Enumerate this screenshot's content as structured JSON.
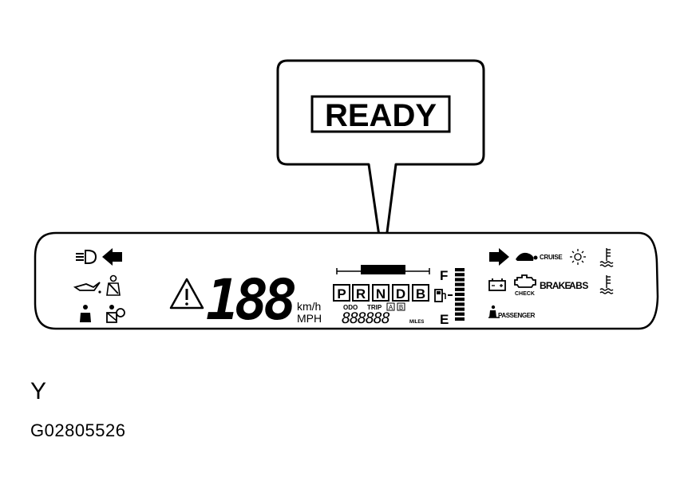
{
  "callout": {
    "label": "READY"
  },
  "cluster": {
    "speed_digits": "188",
    "speed_unit_top": "km/h",
    "speed_unit_bottom": "MPH",
    "gears": [
      "P",
      "R",
      "N",
      "D",
      "B"
    ],
    "odo_label": "ODO",
    "trip_label": "TRIP",
    "trip_a": "A",
    "trip_b": "B",
    "odometer_digits": "888888",
    "odometer_unit": "MILES",
    "fuel_full": "F",
    "fuel_empty": "E",
    "warning_text": {
      "cruise": "CRUISE",
      "check": "CHECK",
      "brake": "BRAKE",
      "abs": "ABS",
      "passenger": "PASSENGER"
    }
  },
  "figure": {
    "letter": "Y",
    "code": "G02805526"
  }
}
